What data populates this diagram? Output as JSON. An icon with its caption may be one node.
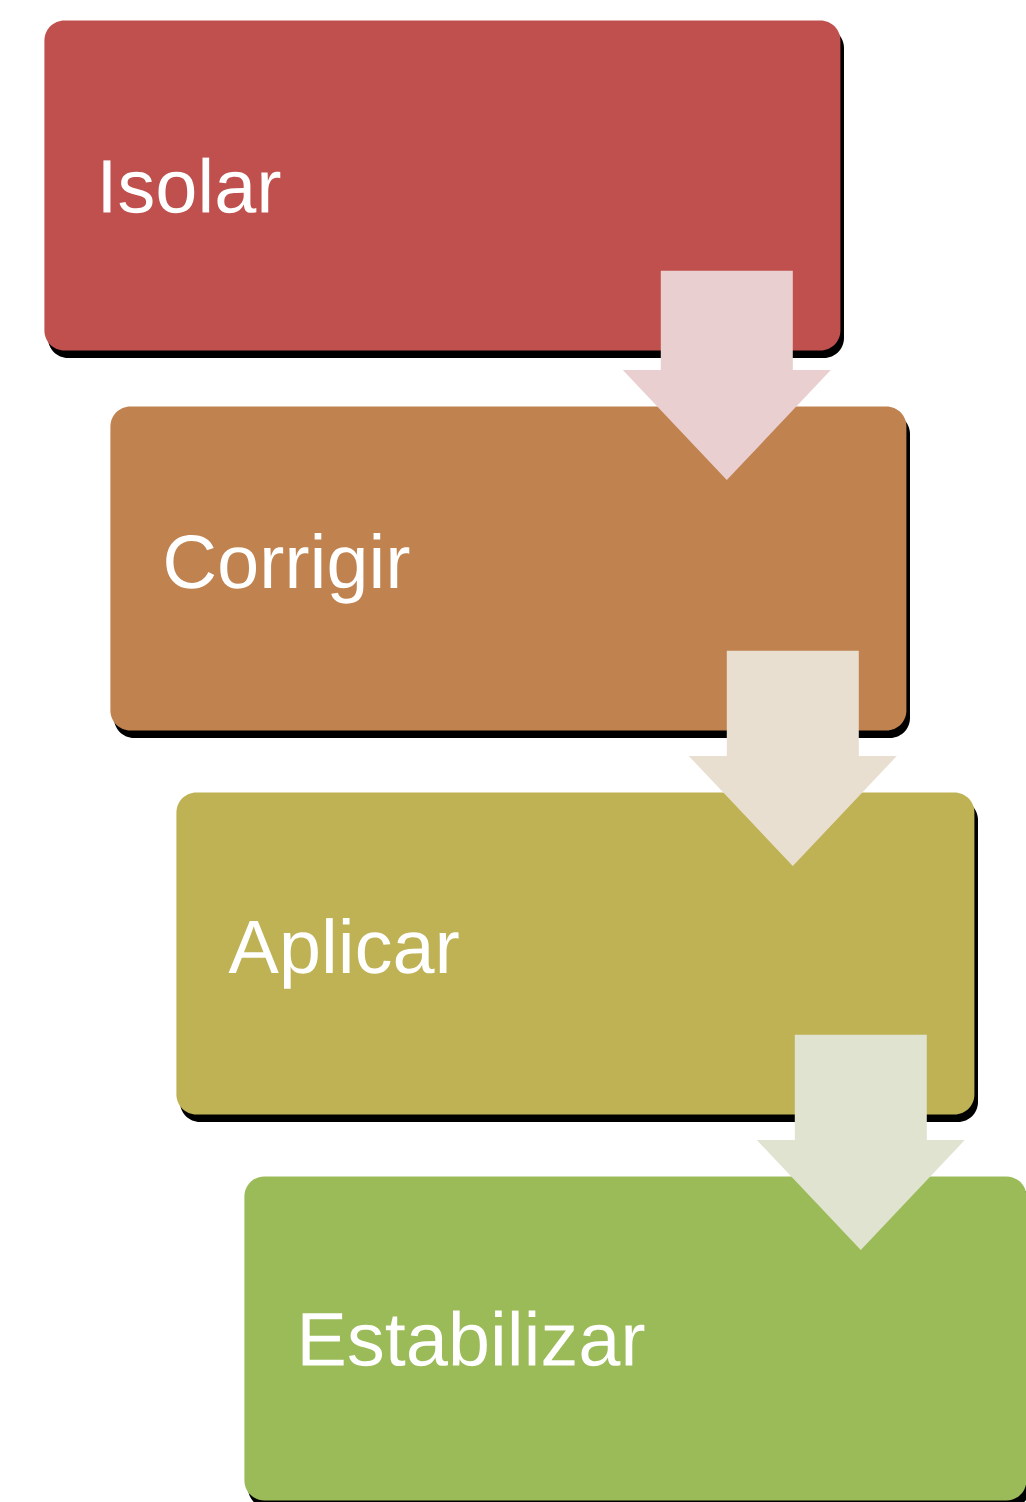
{
  "diagram": {
    "nodes": [
      {
        "text": [
          "Isolar"
        ]
      },
      {
        "text": [
          "Corrigir"
        ]
      },
      {
        "text": [
          "Aplicar"
        ]
      },
      {
        "text": [
          "Estabilizar"
        ]
      }
    ],
    "edges": [
      {
        "from": 0,
        "to": 1,
        "arrow": "to",
        "color": "#e9cfcf"
      },
      {
        "from": 1,
        "to": 2,
        "arrow": "to",
        "color": "#e8dfd0"
      },
      {
        "from": 2,
        "to": 3,
        "arrow": "to",
        "color": "#dfe3d0"
      }
    ]
  }
}
